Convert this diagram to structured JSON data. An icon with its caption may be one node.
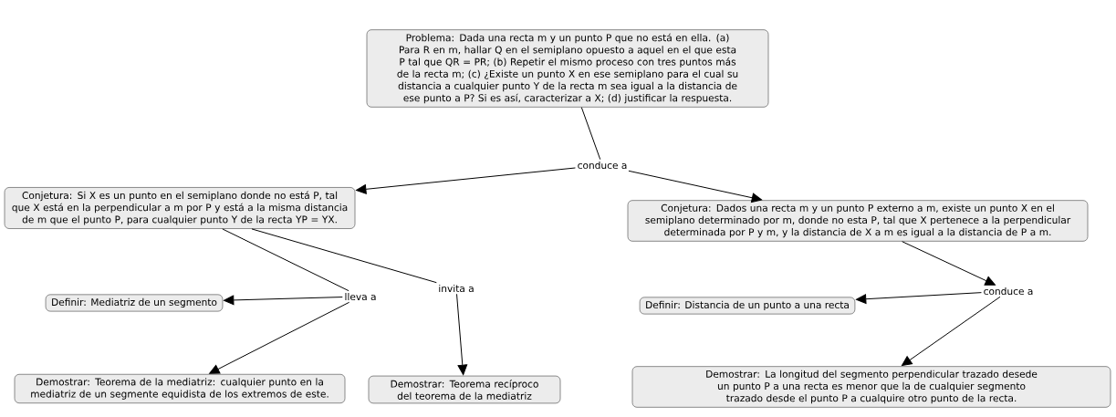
{
  "diagram": {
    "nodes": [
      {
        "text": [
          "Problema: Dada una recta m y un punto P que no está en ella. (a) Para R en m, hallar Q en el semiplano opuesto a aquel en el que esta P tal que QR = PR; (b) Repetir el mismo proceso con tres puntos más de la recta m; (c) ¿Existe un punto X en ese semiplano para el cual su distancia a cualquier punto Y de la recta m sea igual a la distancia de ese punto a P? Si es así, caracterizar a X; (d) justificar la respuesta."
        ]
      },
      {
        "text": [
          "conduce a"
        ]
      },
      {
        "text": [
          "Conjetura: Si X es un punto en el semiplano donde no está P, tal que X está en la perpendicular a m por P y está a la misma distancia de m que el punto P, para cualquier punto Y de la recta YP = YX."
        ]
      },
      {
        "text": [
          "Conjetura: Dados una recta m y un punto P externo a m, existe un punto X en el semiplano determinado por m, donde no esta P, tal que X pertenece a la perpendicular determinada por P y m, y la distancia de X a m es igual a la distancia de P a m."
        ]
      },
      {
        "text": [
          "lleva a"
        ]
      },
      {
        "text": [
          "invita a"
        ]
      },
      {
        "text": [
          "Definir: Mediatriz de un segmento"
        ]
      },
      {
        "text": [
          "Demostrar: Teorema de la mediatriz: cualquier punto en la mediatriz de un segmente equidista de los extremos de este."
        ]
      },
      {
        "text": [
          "Demostrar: Teorema recíproco del teorema de la mediatriz"
        ]
      },
      {
        "text": [
          "conduce a"
        ]
      },
      {
        "text": [
          "Definir: Distancia de un punto a una recta"
        ]
      },
      {
        "text": [
          "Demostrar: La longitud del segmento perpendicular trazado desede un punto P a una recta es menor que la de cualquier segmento trazado desde el punto P a cualquire otro punto de la recta."
        ]
      }
    ],
    "edges": [
      {
        "from": 0,
        "to": 1,
        "arrow": "none"
      },
      {
        "from": 1,
        "to": 2,
        "arrow": "to"
      },
      {
        "from": 1,
        "to": 3,
        "arrow": "to"
      },
      {
        "from": 2,
        "to": 4,
        "arrow": "none"
      },
      {
        "from": 2,
        "to": 5,
        "arrow": "none"
      },
      {
        "from": 4,
        "to": 6,
        "arrow": "to"
      },
      {
        "from": 4,
        "to": 7,
        "arrow": "to"
      },
      {
        "from": 5,
        "to": 8,
        "arrow": "to"
      },
      {
        "from": 3,
        "to": 9,
        "arrow": "to"
      },
      {
        "from": 9,
        "to": 10,
        "arrow": "to"
      },
      {
        "from": 9,
        "to": 11,
        "arrow": "to"
      }
    ]
  }
}
